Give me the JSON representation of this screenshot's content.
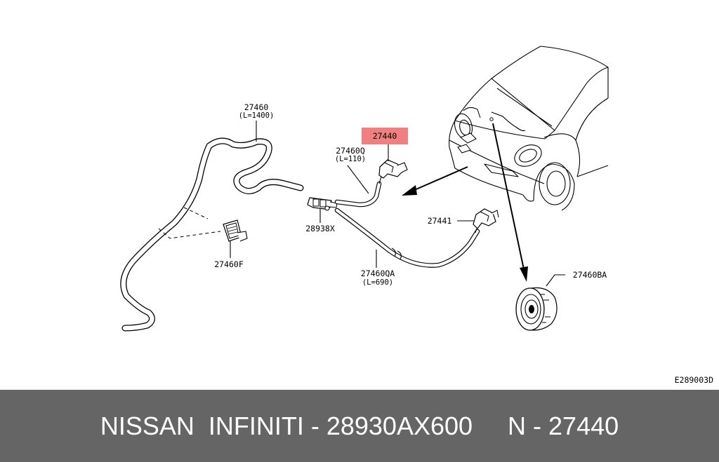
{
  "diagram": {
    "highlight_color": "#f08080",
    "code": "E289003D",
    "parts": [
      {
        "number": "27460",
        "length": "(L=1400)"
      },
      {
        "number": "27460Q",
        "length": "(L=110)"
      },
      {
        "number": "27440",
        "length": ""
      },
      {
        "number": "28938X",
        "length": ""
      },
      {
        "number": "27460F",
        "length": ""
      },
      {
        "number": "27441",
        "length": ""
      },
      {
        "number": "27460QA",
        "length": "(L=690)"
      },
      {
        "number": "27460BA",
        "length": ""
      }
    ]
  },
  "footer": {
    "text": "NISSAN  INFINITI - 28930AX600     N - 27440",
    "background": "#656565"
  }
}
